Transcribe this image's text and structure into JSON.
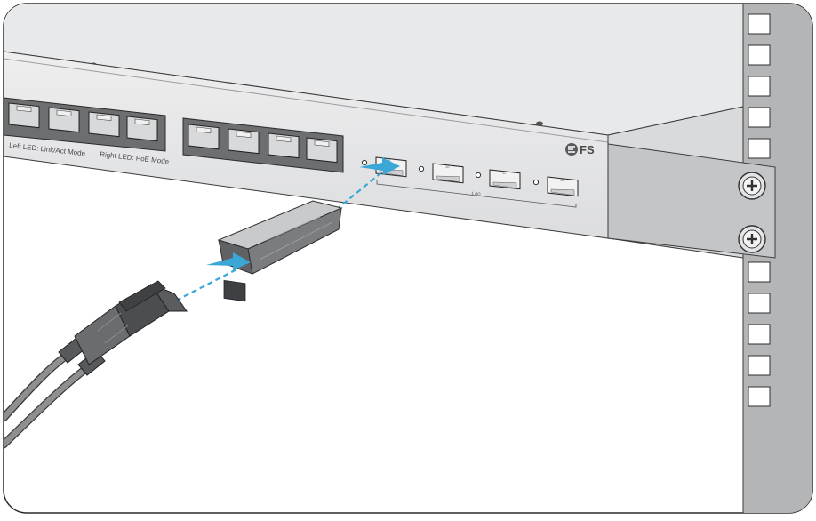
{
  "switch_panel": {
    "left_led_label": "Left LED: Link/Act Mode",
    "right_led_label": "Right LED: PoE Mode",
    "sfp_group_label": "1 0G",
    "sfp_port_numbers": [
      "9",
      "10",
      "11",
      "12"
    ],
    "brand": "FS"
  },
  "colors": {
    "frame_bg": "#e9eaeb",
    "rack_rail": "#b5b6b8",
    "outline": "#3a3a3a",
    "guide_arrow": "#3aa7d6",
    "cable": "#8d8f91"
  },
  "icons": [
    "fs-logo-icon",
    "rack-screw-icon",
    "insert-arrow-icon"
  ]
}
